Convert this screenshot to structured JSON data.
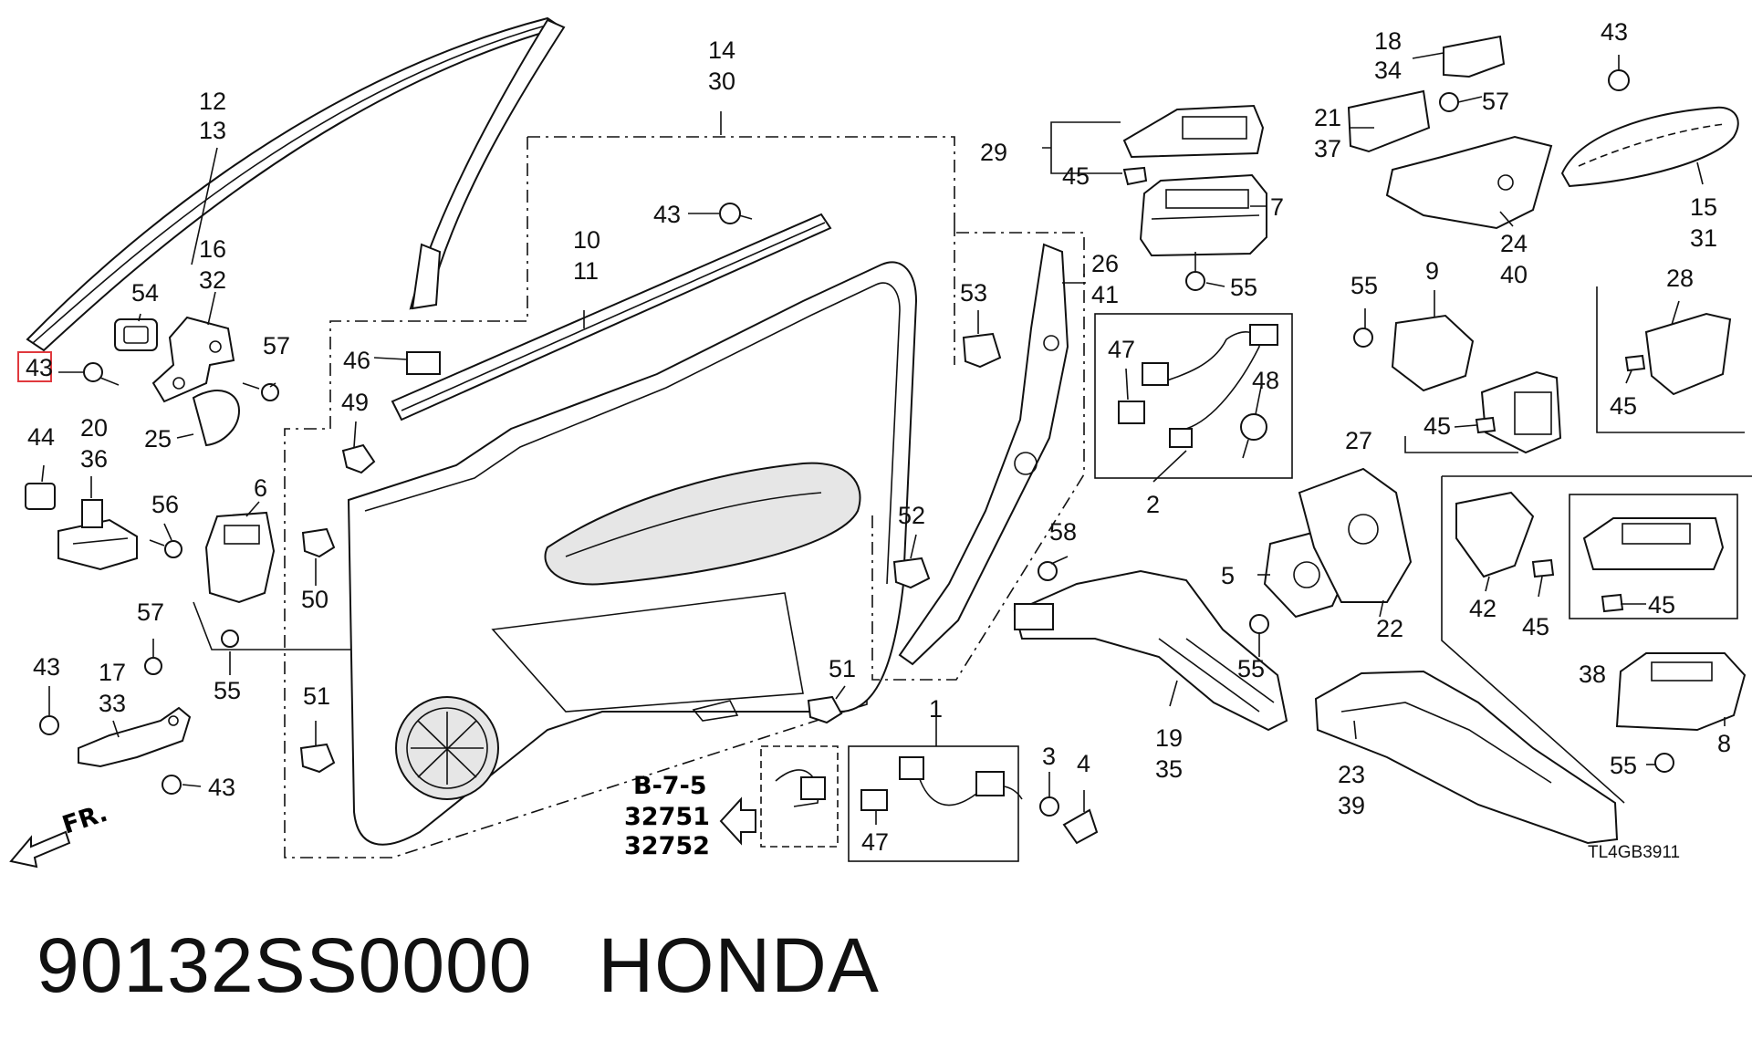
{
  "caption": {
    "part_number": "90132SS0000",
    "brand": "HONDA"
  },
  "diagram_code": "TL4GB3911",
  "ref_block": {
    "ref": "B-7-5",
    "part_a": "32751",
    "part_b": "32752"
  },
  "front_marker": "FR.",
  "highlight_color": "#e0393e",
  "labels": {
    "l12": "12",
    "l13": "13",
    "l14": "14",
    "l30": "30",
    "l10": "10",
    "l11": "11",
    "l16": "16",
    "l32": "32",
    "l54": "54",
    "l57a": "57",
    "l43a": "43",
    "l25": "25",
    "l46": "46",
    "l49": "49",
    "l44": "44",
    "l20": "20",
    "l36": "36",
    "l56": "56",
    "l6": "6",
    "l50": "50",
    "l57b": "57",
    "l55a": "55",
    "l43b": "43",
    "l17": "17",
    "l33": "33",
    "l43c": "43",
    "l51a": "51",
    "l43d": "43",
    "l53": "53",
    "l52": "52",
    "l51b": "51",
    "l26": "26",
    "l41": "41",
    "l47a": "47",
    "l48": "48",
    "l2": "2",
    "l58": "58",
    "l29": "29",
    "l45a": "45",
    "l7": "7",
    "l55b": "55",
    "l18": "18",
    "l34": "34",
    "l21": "21",
    "l37": "37",
    "l57c": "57",
    "l24": "24",
    "l40": "40",
    "l43e": "43",
    "l15": "15",
    "l31": "31",
    "l55c": "55",
    "l9": "9",
    "l27": "27",
    "l45b": "45",
    "l28": "28",
    "l45c": "45",
    "l5": "5",
    "l55d": "55",
    "l22": "22",
    "l19": "19",
    "l35": "35",
    "l23": "23",
    "l39": "39",
    "l42": "42",
    "l45d": "45",
    "l45e": "45",
    "l38": "38",
    "l8": "8",
    "l55e": "55",
    "l1": "1",
    "l3": "3",
    "l4": "4",
    "l47b": "47"
  }
}
